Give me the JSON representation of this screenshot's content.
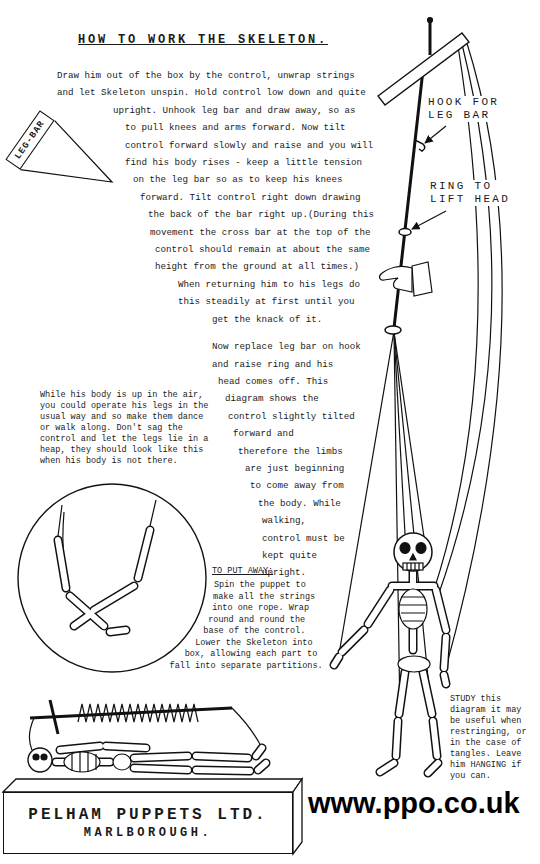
{
  "diagram": {
    "title": "HOW TO WORK THE SKELETON.",
    "nodes": [
      {
        "text": [
          "LEG-BAR"
        ]
      },
      {
        "text": [
          "PELHAM PUPPETS LTD.",
          "MARLBOROUGH."
        ]
      }
    ],
    "labels": [
      "Draw him out of the box by the control, unwrap strings and let Skeleton unspin. Hold control low down and quite upright. Unhook leg bar and draw away, so as to pull knees and arms forward. Now tilt control forward slowly and raise and you will find his body rises - keep a little tension on the leg bar so as to keep his knees forward. Tilt control right down drawing the back of the bar right up.(During this movement the cross bar at the top of the control should remain at about the same height from the ground at all times.) When returning him to his legs do this steadily at first until you get the knack of it.",
      "Now replace leg bar on hook and raise ring and his head comes off. This diagram shows the control slightly tilted forward and therefore the limbs are just beginning to come away from the body. While walking, control must be kept quite upright.",
      "HOOK FOR LEG BAR",
      "RING TO LIFT HEAD",
      "While his body is up in the air, you could operate his legs in the usual way and so make them dance or walk along. Don't sag the control and let the legs lie in a heap, they should look like this when his body is not there.",
      "TO PUT AWAY:",
      "Spin the puppet to make all the strings into one rope. Wrap round and round the base of the control. Lower the Skeleton into box, allowing each part to fall into separate partitions.",
      "STUDY this diagram it may be useful when restringing, or in the case of tangles. Leave him HANGING if you can.",
      "www.ppo.co.uk"
    ]
  }
}
